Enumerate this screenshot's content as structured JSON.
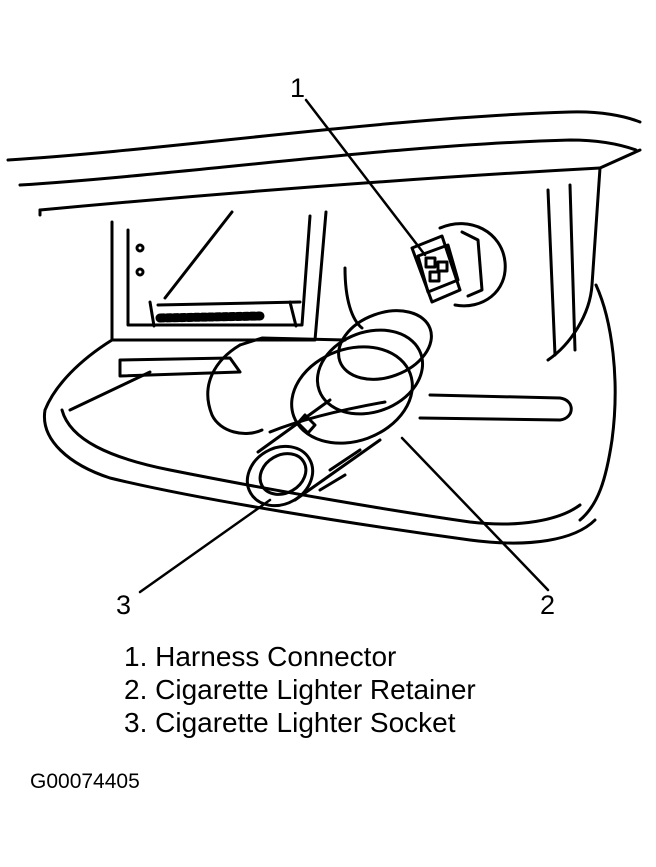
{
  "callouts": {
    "c1": "1",
    "c2": "2",
    "c3": "3"
  },
  "legend": [
    "1. Harness Connector",
    "2. Cigarette Lighter Retainer",
    "3. Cigarette Lighter Socket"
  ],
  "figure_id": "G00074405",
  "colors": {
    "line": "#000000",
    "background": "#ffffff"
  }
}
